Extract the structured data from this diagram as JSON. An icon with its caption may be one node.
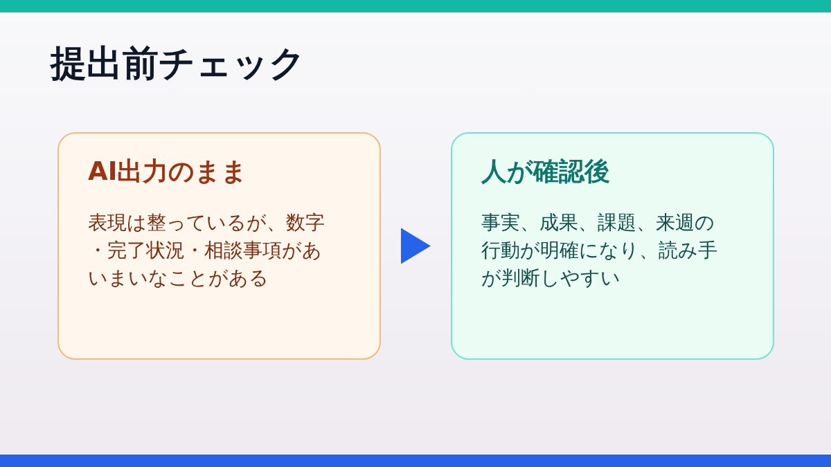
{
  "diagram": {
    "title": "提出前チェック",
    "nodes": [
      {
        "text": [
          "AI出力のまま",
          "表現は整っているが、数字・完了状況・相談事項があいまいなことがある"
        ]
      },
      {
        "text": [
          "人が確認後",
          "事実、成果、課題、来週の行動が明確になり、読み手が判断しやすい"
        ]
      }
    ],
    "edges": [
      {
        "from": 0,
        "to": 1,
        "arrow": "to"
      }
    ]
  }
}
